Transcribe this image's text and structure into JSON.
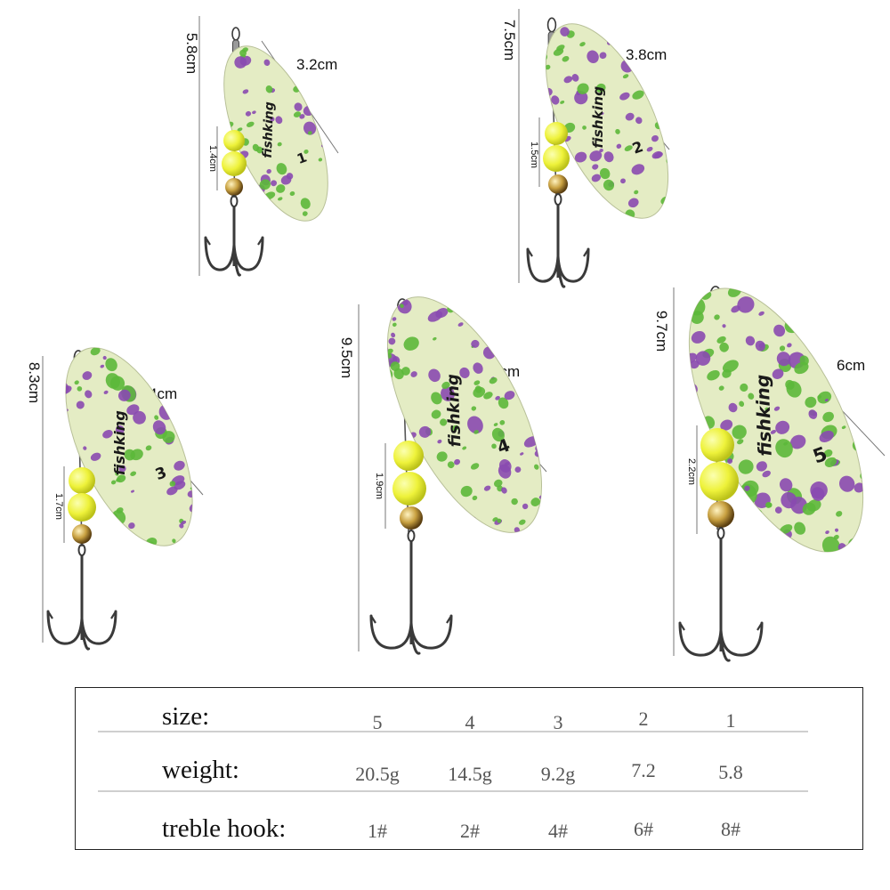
{
  "lures": [
    {
      "number": "1",
      "brand": "fishking",
      "length": "5.8cm",
      "blade_width": "3.2cm",
      "bead_length": "1.4cm"
    },
    {
      "number": "2",
      "brand": "fishking",
      "length": "7.5cm",
      "blade_width": "3.8cm",
      "bead_length": "1.5cm"
    },
    {
      "number": "3",
      "brand": "fishking",
      "length": "8.3cm",
      "blade_width": "4cm",
      "bead_length": "1.7cm"
    },
    {
      "number": "4",
      "brand": "fishking",
      "length": "9.5cm",
      "blade_width": "5cm",
      "bead_length": "1.9cm"
    },
    {
      "number": "5",
      "brand": "fishking",
      "length": "9.7cm",
      "blade_width": "6cm",
      "bead_length": "2.2cm"
    }
  ],
  "table": {
    "size": {
      "label": "size:",
      "values": [
        "5",
        "4",
        "3",
        "2",
        "1"
      ]
    },
    "weight": {
      "label": "weight:",
      "values": [
        "20.5g",
        "14.5g",
        "9.2g",
        "7.2",
        "5.8"
      ]
    },
    "hook": {
      "label": "treble hook:",
      "values": [
        "1#",
        "2#",
        "4#",
        "6#",
        "8#"
      ]
    }
  },
  "colors": {
    "blade": "#e4ecc4",
    "blade_green": "#5cb83a",
    "blade_purple": "#8a4ab0",
    "bead_yellow": "#eef23a",
    "bead_gold": "#c8a040",
    "hook": "#3a3a3a"
  }
}
